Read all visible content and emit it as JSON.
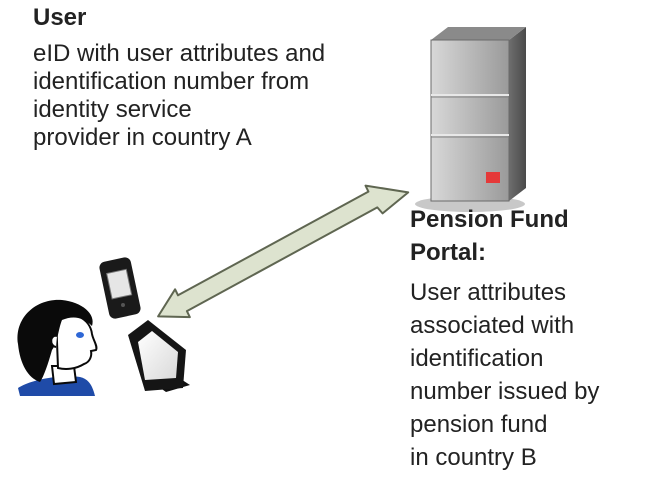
{
  "user": {
    "title": "User",
    "description_lines": [
      "eID with user attributes and",
      "identification number from",
      "identity service",
      "provider in country A"
    ]
  },
  "portal": {
    "title_lines": [
      "Pension Fund",
      "Portal:"
    ],
    "description_lines": [
      "User attributes",
      "associated with",
      "identification",
      "number issued by",
      "pension fund",
      "in country B"
    ]
  },
  "icons": {
    "server": "server-icon",
    "phone": "mobile-phone-icon",
    "monitor": "computer-monitor-icon",
    "person": "user-avatar-icon",
    "arrow": "double-headed-arrow-icon"
  },
  "colors": {
    "arrow_fill": "#dde3cf",
    "arrow_stroke": "#5f6651",
    "server_body": "#bdbdbd",
    "server_light": "#e53939",
    "person_hair": "#0a0a0a",
    "person_shirt": "#1f4ba8",
    "person_skin": "#ffffff",
    "person_eye": "#2e67d6"
  }
}
